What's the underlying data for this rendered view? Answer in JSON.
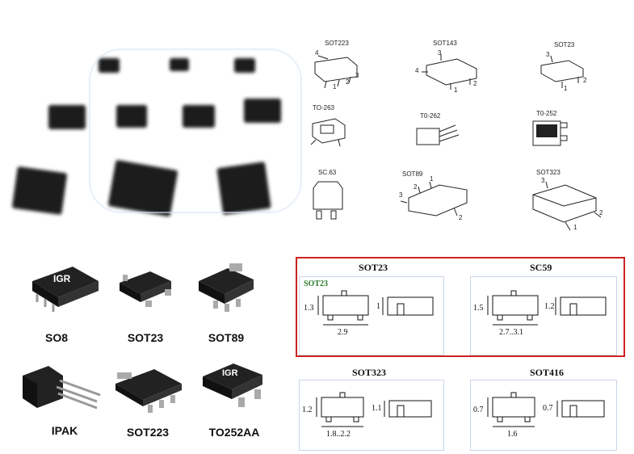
{
  "line_drawings": {
    "sot223": {
      "name": "SOT223",
      "pins": [
        "4",
        "1",
        "2",
        "3"
      ]
    },
    "sot143": {
      "name": "SOT143",
      "pins": [
        "3",
        "4",
        "1",
        "2"
      ]
    },
    "sot23": {
      "name": "SOT23",
      "pins": [
        "3",
        "1",
        "2"
      ]
    },
    "to263": {
      "name": "TO-263"
    },
    "to262": {
      "name": "T0-262"
    },
    "to252": {
      "name": "T0-252"
    },
    "sc63": {
      "name": "SC.63"
    },
    "sot89": {
      "name": "SOT89",
      "pins": [
        "2",
        "1",
        "3",
        "2"
      ]
    },
    "sot323": {
      "name": "SOT323",
      "pins": [
        "3",
        "2",
        "1"
      ]
    }
  },
  "photos": {
    "so8": {
      "caption": "SO8",
      "logo": "IGR"
    },
    "sot23": {
      "caption": "SOT23"
    },
    "sot89": {
      "caption": "SOT89"
    },
    "ipak": {
      "caption": "IPAK"
    },
    "sot223": {
      "caption": "SOT223"
    },
    "to252aa": {
      "caption": "TO252AA",
      "logo": "IGR"
    }
  },
  "dimension_panels": {
    "sot23": {
      "title": "SOT23",
      "inner_label": "SOT23",
      "height_front": "1.3",
      "width": "2.9",
      "height_side": "1"
    },
    "sc59": {
      "title": "SC59",
      "height_front": "1.5",
      "width": "2.7..3.1",
      "height_side": "1.2"
    },
    "sot323": {
      "title": "SOT323",
      "height_front": "1.2",
      "width": "1.8..2.2",
      "height_side": "1.1"
    },
    "sot416": {
      "title": "SOT416",
      "height_front": "0.7",
      "width": "1.6",
      "height_side": "0.7"
    }
  },
  "colors": {
    "highlight_border": "#cc2222",
    "panel_border": "#c9d6e6",
    "inner_label": "#2a7a2a"
  }
}
